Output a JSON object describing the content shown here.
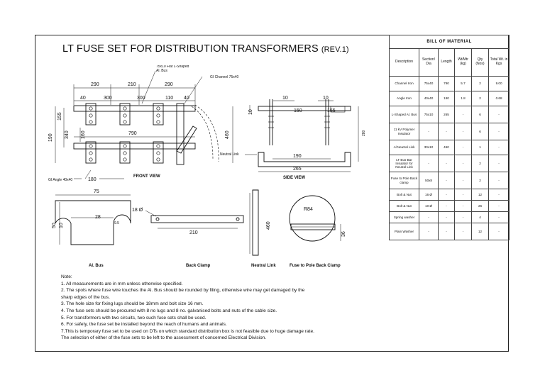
{
  "title": {
    "main": "LT FUSE SET FOR DISTRIBUTION TRANSFORMERS",
    "rev": "(REV.1)"
  },
  "bom": {
    "heading": "BILL OF MATERIAL",
    "columns": [
      "Description",
      "Section/ Dia",
      "Length",
      "Wt/Mtr (kg)",
      "Qty (Nos)",
      "Total Wt. in Kgs"
    ],
    "rows": [
      [
        "Channel Iron",
        "75x40",
        "790",
        "5.7",
        "2",
        "9.00"
      ],
      [
        "Angle Iron",
        "40x40",
        "190",
        "1.8",
        "2",
        "0.68"
      ],
      [
        "L-Shaped Al. Bus",
        "75x10",
        "265",
        "-",
        "6",
        "-"
      ],
      [
        "11 kV Polymer Insulator",
        "-",
        "-",
        "-",
        "6",
        "-"
      ],
      [
        "Al Neutral Link",
        "30x10",
        "460",
        "-",
        "1",
        "-"
      ],
      [
        "LT Bus Bar Insulator for Neutral Link",
        "-",
        "-",
        "-",
        "2",
        "-"
      ],
      [
        "Fuse to Pole Back clamp",
        "50x8",
        "-",
        "-",
        "2",
        "-"
      ],
      [
        "Bolt & Nut",
        "16 Ø",
        "-",
        "-",
        "12",
        "-"
      ],
      [
        "Bolt & Nut",
        "10 Ø",
        "-",
        "-",
        "26",
        "-"
      ],
      [
        "Spring washer",
        "-",
        "-",
        "-",
        "4",
        "-"
      ],
      [
        "Plain Washer",
        "-",
        "-",
        "-",
        "12",
        "-"
      ]
    ]
  },
  "front_view": {
    "label": "FRONT VIEW",
    "dims": {
      "d290a": "290",
      "d210": "210",
      "d290b": "290",
      "d40a": "40",
      "d300a": "300",
      "d300b": "300",
      "d110": "110",
      "d40b": "40",
      "d155": "155",
      "d190": "190",
      "d340": "340",
      "d160": "160",
      "d790": "790",
      "d460": "460",
      "d180": "180"
    },
    "callouts": {
      "lbus": "75x10 Flat L-Shaped Al. Bus",
      "channel": "GI Channel 75x40",
      "angle": "GI Angle 40x40",
      "neutral": "Neutral Link"
    }
  },
  "side_view": {
    "label": "SIDE VIEW",
    "dims": {
      "d10a": "10",
      "d10b": "10",
      "d10c": "10",
      "d150": "150",
      "d155": "155",
      "d190": "190",
      "d265": "265",
      "d280": "280"
    }
  },
  "details": {
    "al_bus": {
      "label": "Al. Bus",
      "dims": {
        "d75": "75",
        "d28": "28",
        "d9": "9.5",
        "d50": "50",
        "d10": "10"
      }
    },
    "back_clamp": {
      "label": "Back Clamp",
      "dims": {
        "d18": "18 Ø",
        "d210": "210"
      }
    },
    "neutral_link": {
      "label": "Neutral Link",
      "dims": {
        "d460": "460"
      }
    },
    "pole_clamp": {
      "label": "Fuse to Pole Back Clamp",
      "dims": {
        "r84": "R84",
        "d36": "36"
      }
    }
  },
  "notes": [
    "Note:",
    "1. All measurements are in mm unless otherwise specified.",
    "2. The spots where fuse wire touches the Al. Bus should be rounded by filing, otherwise wire may get damaged by the",
    "sharp edges of the bus.",
    "3. The hole size for fixing lugs should be 18mm and bolt size 16 mm.",
    "4. The fuse sets should be procured with 8 no lugs and 8 no. galvanised bolts and nuts of the cable size.",
    "5. For transformers with two circuits, two such fuse sets shall be used.",
    "6. For safety, the fuse set be installed beyond the reach of humans and animals.",
    "7.This is temporary fuse set to be used on DTs on which standard distribution box is not feasible due to huge damage rate.",
    "The selection of either of the fuse sets to be left to the assessment of concerned Electrical Division."
  ]
}
